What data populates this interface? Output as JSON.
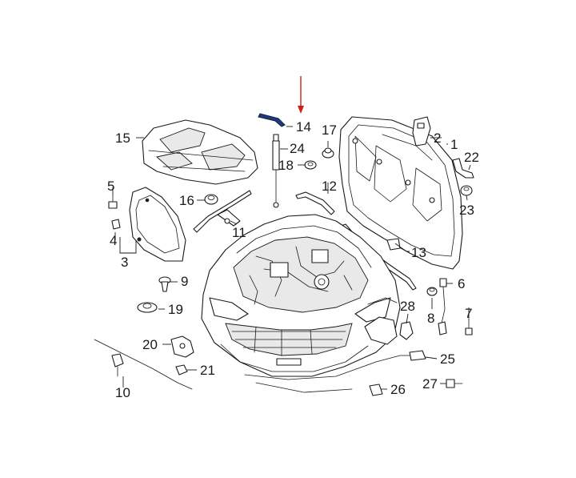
{
  "diagram": {
    "highlight_color": "#1f3a7a",
    "arrow_color": "#cc1f1f",
    "callouts": [
      {
        "id": "c1",
        "text": "1"
      },
      {
        "id": "c2",
        "text": "2"
      },
      {
        "id": "c3",
        "text": "3"
      },
      {
        "id": "c4",
        "text": "4"
      },
      {
        "id": "c5",
        "text": "5"
      },
      {
        "id": "c6",
        "text": "6"
      },
      {
        "id": "c7",
        "text": "7"
      },
      {
        "id": "c8",
        "text": "8"
      },
      {
        "id": "c9",
        "text": "9"
      },
      {
        "id": "c10",
        "text": "10"
      },
      {
        "id": "c11",
        "text": "11"
      },
      {
        "id": "c12",
        "text": "12"
      },
      {
        "id": "c13",
        "text": "13"
      },
      {
        "id": "c14",
        "text": "14"
      },
      {
        "id": "c15",
        "text": "15"
      },
      {
        "id": "c16",
        "text": "16"
      },
      {
        "id": "c17",
        "text": "17"
      },
      {
        "id": "c18",
        "text": "18"
      },
      {
        "id": "c19",
        "text": "19"
      },
      {
        "id": "c20",
        "text": "20"
      },
      {
        "id": "c21",
        "text": "21"
      },
      {
        "id": "c22",
        "text": "22"
      },
      {
        "id": "c23",
        "text": "23"
      },
      {
        "id": "c24",
        "text": "24"
      },
      {
        "id": "c25",
        "text": "25"
      },
      {
        "id": "c26",
        "text": "26"
      },
      {
        "id": "c27",
        "text": "27"
      },
      {
        "id": "c28",
        "text": "28"
      }
    ]
  }
}
